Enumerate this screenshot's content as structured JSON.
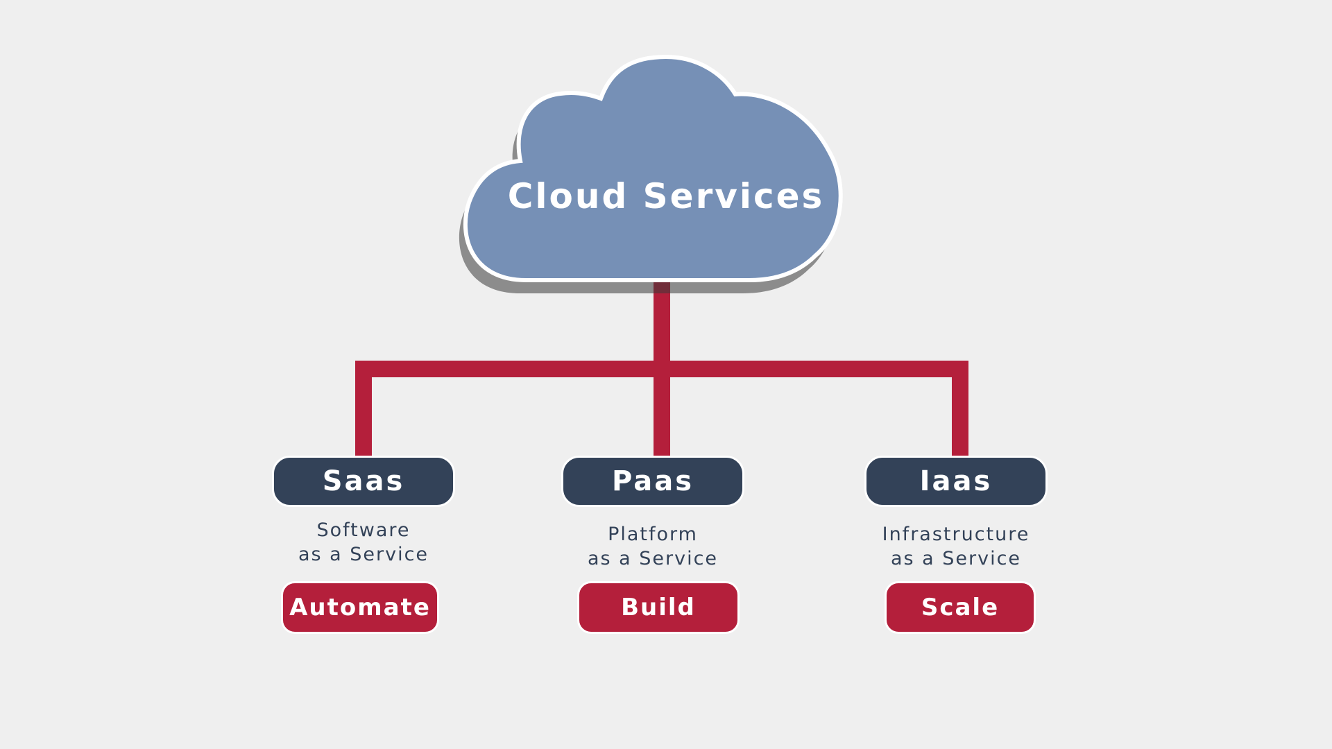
{
  "cloud": {
    "title": "Cloud Services",
    "fill": "#7690b6"
  },
  "connector_color": "#b41f3b",
  "services": [
    {
      "name": "Saas",
      "description_lines": [
        "Software",
        "as a Service"
      ],
      "action": "Automate"
    },
    {
      "name": "Paas",
      "description_lines": [
        "Platform",
        "as a Service"
      ],
      "action": "Build"
    },
    {
      "name": "Iaas",
      "description_lines": [
        "Infrastructure",
        "as a Service"
      ],
      "action": "Scale"
    }
  ],
  "colors": {
    "background": "#efefef",
    "pill": "#334258",
    "action": "#b41f3b",
    "text_dark": "#334258"
  }
}
